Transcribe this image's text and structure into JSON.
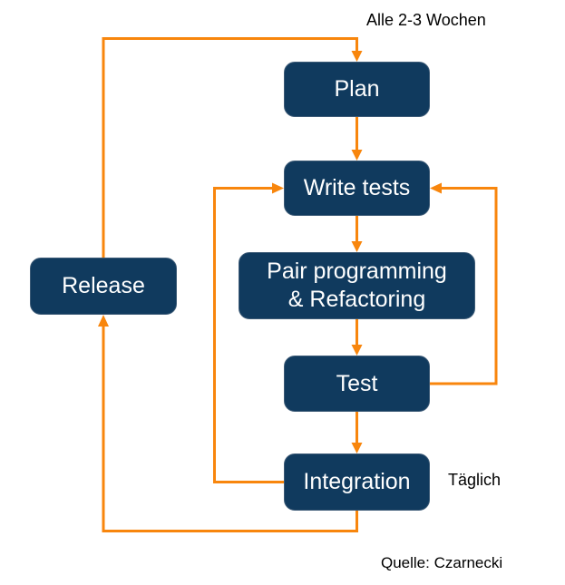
{
  "colors": {
    "node_fill": "#103A5E",
    "arrow": "#F8860D",
    "node_text": "#FFFFFF",
    "label_text": "#000000",
    "background": "#FFFFFF"
  },
  "nodes": {
    "plan": {
      "label": "Plan"
    },
    "write_tests": {
      "label": "Write tests"
    },
    "pair_programming": {
      "line1": "Pair programming",
      "line2": "& Refactoring"
    },
    "test": {
      "label": "Test"
    },
    "integration": {
      "label": "Integration"
    },
    "release": {
      "label": "Release"
    }
  },
  "labels": {
    "iteration_cycle": "Alle 2-3 Wochen",
    "daily_cycle": "Täglich",
    "source": "Quelle: Czarnecki"
  }
}
